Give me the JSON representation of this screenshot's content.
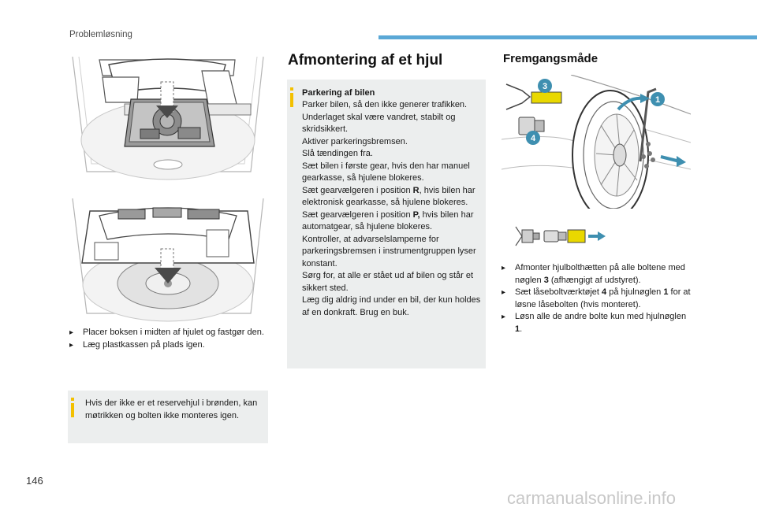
{
  "header": {
    "section": "Problemløsning"
  },
  "left": {
    "instructions": [
      "Placer boksen i midten af hjulet og fastgør den.",
      "Læg plastkassen på plads igen."
    ],
    "note": "Hvis der ikke er et reservehjul i brønden, kan møtrikken og bolten ikke monteres igen."
  },
  "middle": {
    "heading": "Afmontering af et hjul",
    "note_title": "Parkering af bilen",
    "note_parts": {
      "p1": "Parker bilen, så den ikke generer trafikken. Underlaget skal være vandret, stabilt og skridsikkert.",
      "p2": "Aktiver parkeringsbremsen.",
      "p3": "Slå tændingen fra.",
      "p4": "Sæt bilen i første gear, hvis den har manuel gearkasse, så hjulene blokeres.",
      "p5a": "Sæt gearvælgeren i position ",
      "p5b": "R",
      "p5c": ", hvis bilen har elektronisk gearkasse, så hjulene blokeres.",
      "p6a": "Sæt gearvælgeren i position ",
      "p6b": "P,",
      "p6c": " hvis bilen har automatgear, så hjulene blokeres.",
      "p7": "Kontroller, at advarselslamperne for parkeringsbremsen i instrumentgruppen lyser konstant.",
      "p8": "Sørg for, at alle er stået ud af bilen og står et sikkert sted.",
      "p9": "Læg dig aldrig ind under en bil, der kun holdes af en donkraft. Brug en buk."
    }
  },
  "right": {
    "heading": "Fremgangsmåde",
    "callouts": [
      "1",
      "3",
      "4"
    ],
    "instructions": [
      {
        "a": "Afmonter hjulbolthætten på alle boltene med nøglen ",
        "b": "3",
        "c": " (afhængigt af udstyret)."
      },
      {
        "a": "Sæt låseboltværktøjet ",
        "b": "4",
        "c": " på hjulnøglen ",
        "d": "1",
        "e": " for at løsne låsebolten (hvis monteret)."
      },
      {
        "a": "Løsn alle de andre bolte kun med hjulnøglen ",
        "b": "1",
        "c": "."
      }
    ]
  },
  "footer": {
    "page_number": "146",
    "watermark": "carmanualsonline.info"
  },
  "colors": {
    "accent_blue": "#5aa8d6",
    "callout_teal": "#3e8fb0",
    "info_yellow": "#f3c000",
    "note_bg": "#eceeee"
  },
  "icons": {
    "bullet": "triangle-right-icon",
    "info": "info-i-icon"
  }
}
